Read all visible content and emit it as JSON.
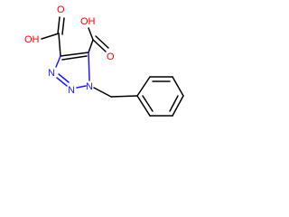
{
  "molecule": {
    "atoms": {
      "oh_left": "OH",
      "o_left": "O",
      "oh_right": "OH",
      "o_right": "O",
      "n_left": "N",
      "n_bottom_left": "N",
      "n_bottom_right": "N"
    }
  },
  "colors": {
    "bond": "#000000",
    "oxygen": "#ff0000",
    "nitrogen": "#1a1aff",
    "background": "#ffffff"
  }
}
